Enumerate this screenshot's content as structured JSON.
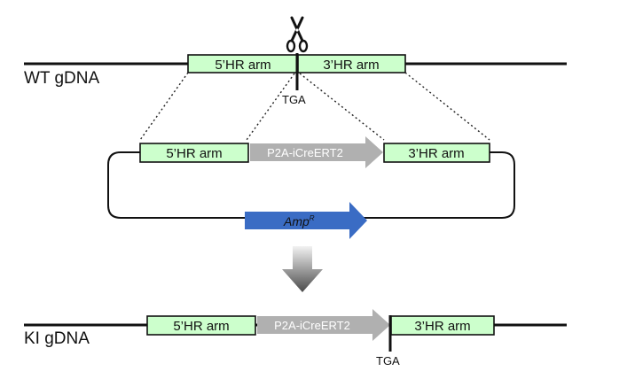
{
  "wt": {
    "track_label": "WT gDNA",
    "left_arm": "5’HR arm",
    "right_arm": "3’HR arm",
    "stop_codon": "TGA"
  },
  "plasmid": {
    "left_arm": "5’HR arm",
    "insert": "P2A-iCreERT2",
    "right_arm": "3’HR arm",
    "selection_base": "Amp",
    "selection_sup": "R"
  },
  "ki": {
    "track_label": "KI gDNA",
    "left_arm": "5’HR arm",
    "insert": "P2A-iCreERT2",
    "right_arm": "3’HR arm",
    "stop_codon": "TGA"
  },
  "colors": {
    "arm_fill": "#ccffcc",
    "insert_arrow": "#b0b0b0",
    "amp_arrow": "#3a6cc4",
    "process_arrow": "#6e6e6e"
  },
  "icons": {
    "cut_site": "scissors-icon",
    "process": "down-arrow-icon"
  }
}
